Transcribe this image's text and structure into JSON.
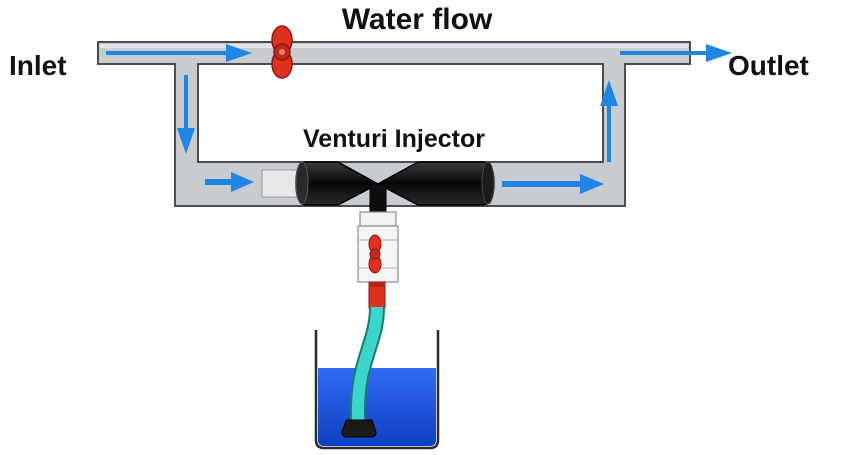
{
  "labels": {
    "title": "Water flow",
    "inlet": "Inlet",
    "outlet": "Outlet",
    "injector": "Venturi Injector"
  },
  "colors": {
    "pipe_fill": "#c9cccf",
    "pipe_stroke": "#4a4d50",
    "flow_arrow": "#1f86e8",
    "valve": "#e0301e",
    "injector_body": "#0e0e0e",
    "hose": "#33d1c4",
    "liquid": "#1a4fd9",
    "container_stroke": "#2a2a2a"
  },
  "icons": {
    "main_valve": "butterfly-valve-icon",
    "suction_valve": "ball-valve-icon",
    "flow_arrow": "right-arrow-icon",
    "foot_strainer": "strainer-icon"
  }
}
